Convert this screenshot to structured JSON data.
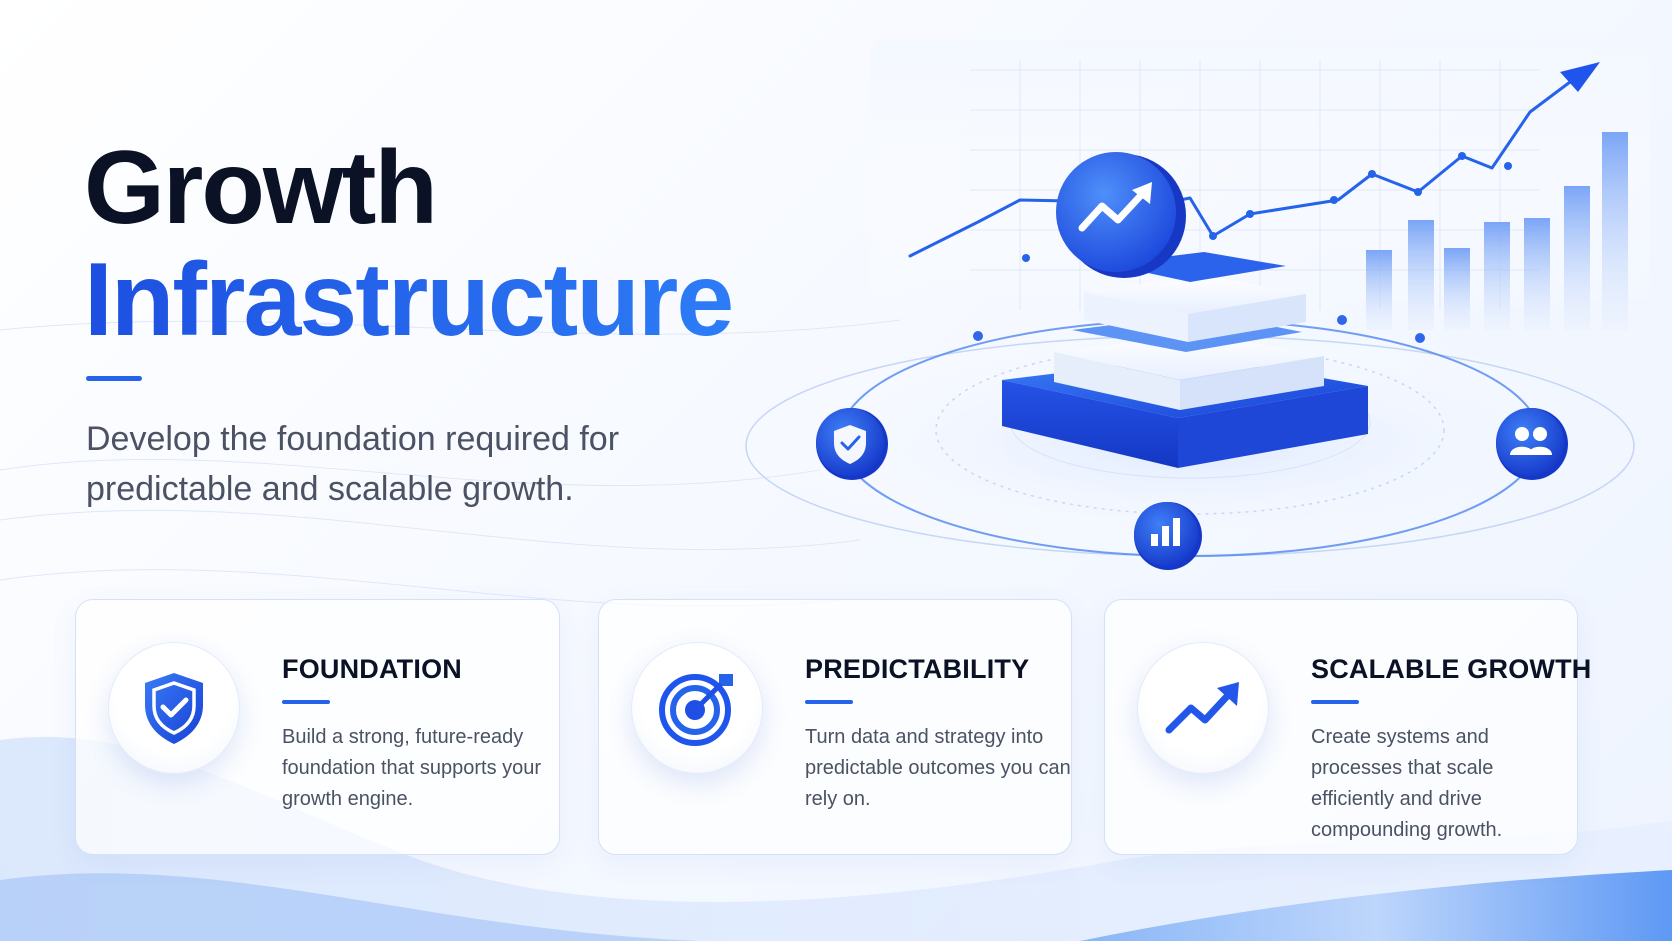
{
  "headline": {
    "line1": "Growth",
    "line2": "Infrastructure"
  },
  "subtitle": "Develop the foundation required for predictable and scalable growth.",
  "cards": [
    {
      "title": "FOUNDATION",
      "description": "Build a strong, future-ready foundation that supports your growth engine.",
      "icon": "shield-check-icon"
    },
    {
      "title": "PREDICTABILITY",
      "description": "Turn data and strategy into predictable outcomes you can rely on.",
      "icon": "target-icon"
    },
    {
      "title": "SCALABLE GROWTH",
      "description": "Create systems and processes that scale efficiently and drive compounding growth.",
      "icon": "trend-up-icon"
    }
  ],
  "illustration": {
    "orbit_icons": [
      "shield-check-icon",
      "bar-chart-icon",
      "users-icon"
    ],
    "top_icon": "trend-up-icon"
  },
  "colors": {
    "accent": "#2563eb",
    "accent_dark": "#1d4fe0",
    "heading": "#0b1226",
    "body_text": "#4a5263"
  }
}
